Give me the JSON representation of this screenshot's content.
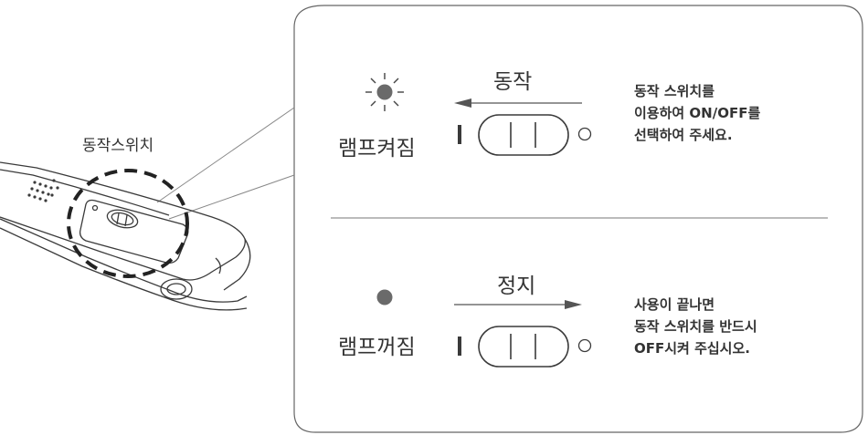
{
  "device_label": "동작스위치",
  "top": {
    "lamp_label": "램프켜짐",
    "arrow_label": "동작",
    "instructions": [
      "동작 스위치를",
      "이용하여 ON/OFF를",
      "선택하여 주세요."
    ]
  },
  "bottom": {
    "lamp_label": "램프꺼짐",
    "arrow_label": "정지",
    "instructions": [
      "사용이 끝나면",
      "동작 스위치를 반드시",
      "OFF시켜 주십시오."
    ]
  },
  "switch_on_mark": "I",
  "switch_off_mark": "O",
  "colors": {
    "lamp": "#6a6a6a",
    "line": "#555555",
    "panel_border": "#666666"
  }
}
